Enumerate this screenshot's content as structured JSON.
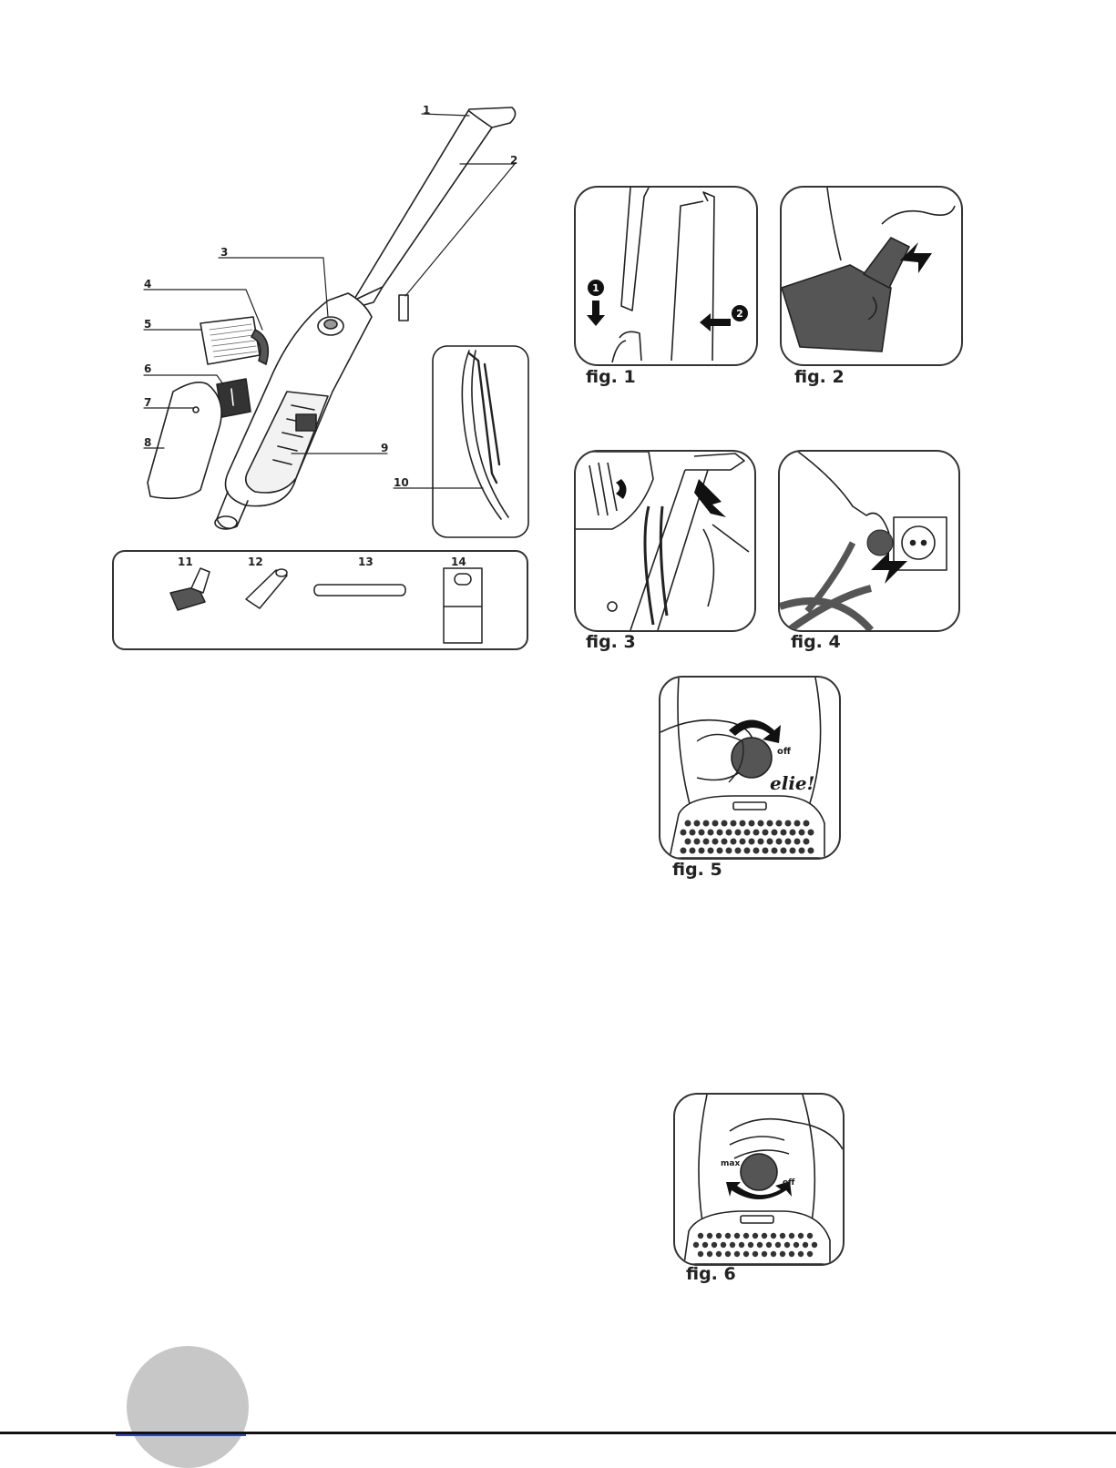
{
  "parts": {
    "labels": [
      "1",
      "2",
      "3",
      "4",
      "5",
      "6",
      "7",
      "8",
      "9",
      "10"
    ],
    "accessory_labels": [
      "11",
      "12",
      "13",
      "14"
    ]
  },
  "figures": [
    {
      "caption": "fig. 1"
    },
    {
      "caption": "fig. 2"
    },
    {
      "caption": "fig. 3"
    },
    {
      "caption": "fig. 4"
    },
    {
      "caption": "fig. 5",
      "brand": "elie!",
      "dial_mark": "off"
    },
    {
      "caption": "fig. 6",
      "dial_mark_max": "max",
      "dial_mark_min": "off"
    }
  ],
  "colors": {
    "line": "#222222",
    "fill_dark": "#555555",
    "page_marker": "#c7c7c7",
    "link": "#2c49c9"
  }
}
